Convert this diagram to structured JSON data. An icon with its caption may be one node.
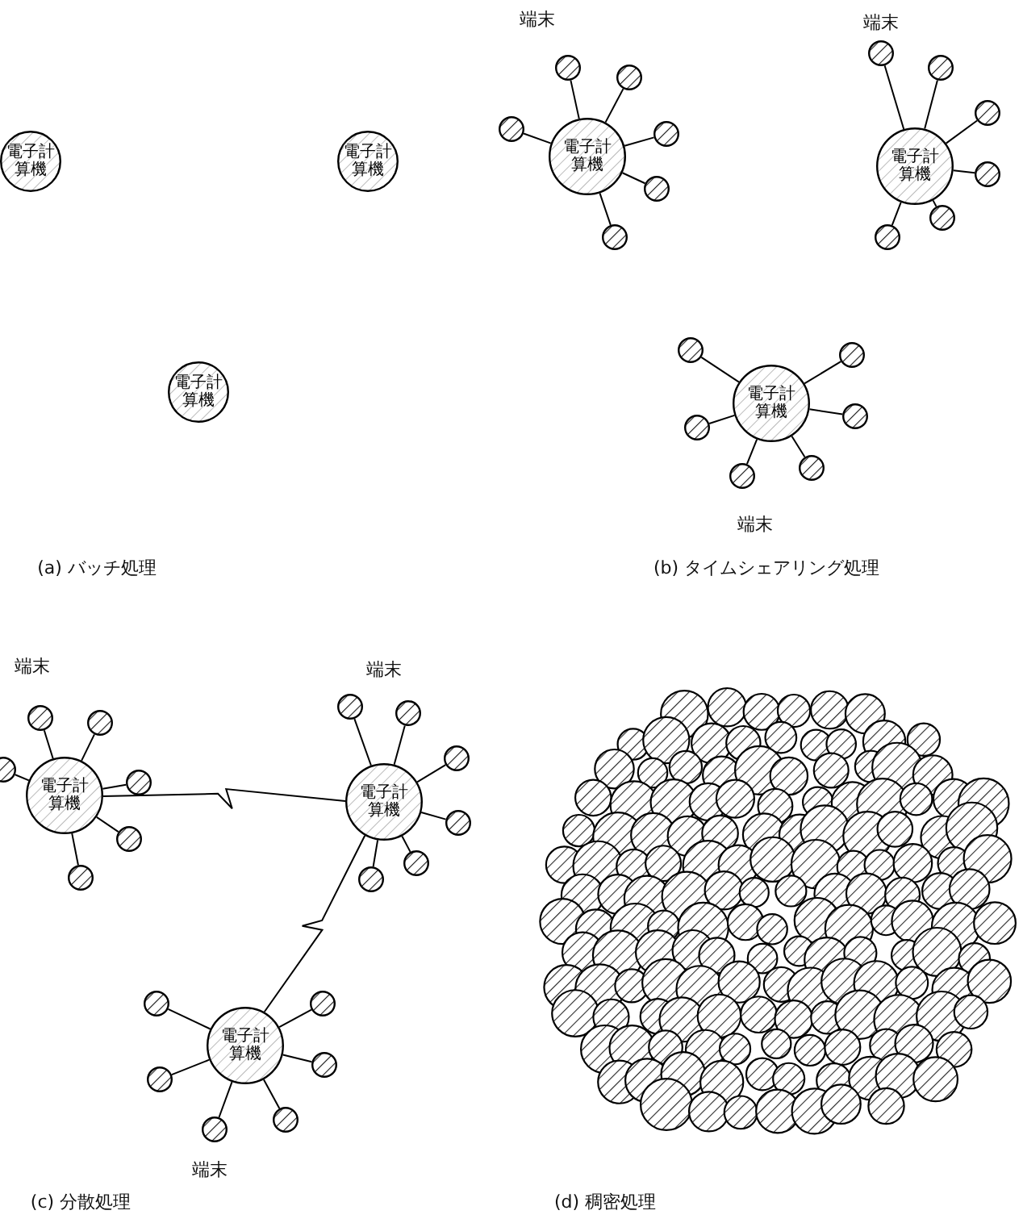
{
  "diagram": {
    "nodes": [
      {
        "text": [
          "電子計算機"
        ]
      },
      {
        "text": [
          "電子計算機"
        ]
      },
      {
        "text": [
          "電子計算機"
        ]
      },
      {
        "text": [
          "電子計算機"
        ]
      },
      {
        "text": [],
        "shape": "circle"
      },
      {
        "text": [],
        "shape": "circle"
      },
      {
        "text": [],
        "shape": "circle"
      },
      {
        "text": [],
        "shape": "circle"
      },
      {
        "text": [],
        "shape": "circle"
      },
      {
        "text": [],
        "shape": "circle"
      },
      {
        "text": [
          "電子計算機"
        ]
      },
      {
        "text": [],
        "shape": "circle"
      },
      {
        "text": [],
        "shape": "circle"
      },
      {
        "text": [],
        "shape": "circle"
      },
      {
        "text": [],
        "shape": "circle"
      },
      {
        "text": [],
        "shape": "circle"
      },
      {
        "text": [],
        "shape": "circle"
      },
      {
        "text": [
          "電子計算機"
        ]
      },
      {
        "text": [],
        "shape": "circle"
      },
      {
        "text": [],
        "shape": "circle"
      },
      {
        "text": [],
        "shape": "circle"
      },
      {
        "text": [],
        "shape": "circle"
      },
      {
        "text": [],
        "shape": "circle"
      },
      {
        "text": [],
        "shape": "circle"
      },
      {
        "text": [
          "電子計算機"
        ]
      },
      {
        "text": [],
        "shape": "circle"
      },
      {
        "text": [],
        "shape": "circle"
      },
      {
        "text": [],
        "shape": "circle"
      },
      {
        "text": [],
        "shape": "circle"
      },
      {
        "text": [],
        "shape": "circle"
      },
      {
        "text": [],
        "shape": "circle"
      },
      {
        "text": [
          "電子計算機"
        ]
      },
      {
        "text": [],
        "shape": "circle"
      },
      {
        "text": [],
        "shape": "circle"
      },
      {
        "text": [],
        "shape": "circle"
      },
      {
        "text": [],
        "shape": "circle"
      },
      {
        "text": [],
        "shape": "circle"
      },
      {
        "text": [],
        "shape": "circle"
      },
      {
        "text": [
          "電子計算機"
        ]
      },
      {
        "text": [],
        "shape": "circle"
      },
      {
        "text": [],
        "shape": "circle"
      },
      {
        "text": [],
        "shape": "circle"
      },
      {
        "text": [],
        "shape": "circle"
      },
      {
        "text": [],
        "shape": "circle"
      },
      {
        "text": [],
        "shape": "circle"
      }
    ],
    "edges": [
      {
        "from": 3,
        "to": 4,
        "arrow": "none"
      },
      {
        "from": 3,
        "to": 5,
        "arrow": "none"
      },
      {
        "from": 3,
        "to": 6,
        "arrow": "none"
      },
      {
        "from": 3,
        "to": 7,
        "arrow": "none"
      },
      {
        "from": 3,
        "to": 8,
        "arrow": "none"
      },
      {
        "from": 3,
        "to": 9,
        "arrow": "none"
      },
      {
        "from": 10,
        "to": 11,
        "arrow": "none"
      },
      {
        "from": 10,
        "to": 12,
        "arrow": "none"
      },
      {
        "from": 10,
        "to": 13,
        "arrow": "none"
      },
      {
        "from": 10,
        "to": 14,
        "arrow": "none"
      },
      {
        "from": 10,
        "to": 15,
        "arrow": "none"
      },
      {
        "from": 10,
        "to": 16,
        "arrow": "none"
      },
      {
        "from": 17,
        "to": 18,
        "arrow": "none"
      },
      {
        "from": 17,
        "to": 19,
        "arrow": "none"
      },
      {
        "from": 17,
        "to": 20,
        "arrow": "none"
      },
      {
        "from": 17,
        "to": 21,
        "arrow": "none"
      },
      {
        "from": 17,
        "to": 22,
        "arrow": "none"
      },
      {
        "from": 17,
        "to": 23,
        "arrow": "none"
      },
      {
        "from": 24,
        "to": 25,
        "arrow": "none"
      },
      {
        "from": 24,
        "to": 26,
        "arrow": "none"
      },
      {
        "from": 24,
        "to": 27,
        "arrow": "none"
      },
      {
        "from": 24,
        "to": 28,
        "arrow": "none"
      },
      {
        "from": 24,
        "to": 29,
        "arrow": "none"
      },
      {
        "from": 24,
        "to": 30,
        "arrow": "none"
      },
      {
        "from": 31,
        "to": 32,
        "arrow": "none"
      },
      {
        "from": 31,
        "to": 33,
        "arrow": "none"
      },
      {
        "from": 31,
        "to": 34,
        "arrow": "none"
      },
      {
        "from": 31,
        "to": 35,
        "arrow": "none"
      },
      {
        "from": 31,
        "to": 36,
        "arrow": "none"
      },
      {
        "from": 31,
        "to": 37,
        "arrow": "none"
      },
      {
        "from": 38,
        "to": 39,
        "arrow": "none"
      },
      {
        "from": 38,
        "to": 40,
        "arrow": "none"
      },
      {
        "from": 38,
        "to": 41,
        "arrow": "none"
      },
      {
        "from": 38,
        "to": 42,
        "arrow": "none"
      },
      {
        "from": 38,
        "to": 43,
        "arrow": "none"
      },
      {
        "from": 38,
        "to": 44,
        "arrow": "none"
      },
      {
        "from": 24,
        "to": 31,
        "arrow": "none"
      },
      {
        "from": 31,
        "to": 38,
        "arrow": "none"
      }
    ],
    "labels": [
      "端末",
      "端末",
      "端末",
      "(a) バッチ処理",
      "(b) タイムシェアリング処理",
      "端末",
      "端末",
      "端末",
      "(c) 分散処理",
      "(d) 稠密処理"
    ]
  }
}
